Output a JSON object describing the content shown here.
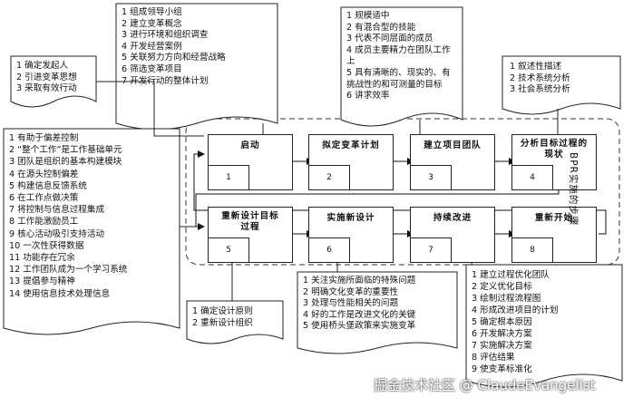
{
  "diagram_label": "BPR实施的步骤",
  "stages": [
    {
      "title": "启动",
      "num": "1"
    },
    {
      "title": "拟定变革计划",
      "num": "2"
    },
    {
      "title": "建立项目团队",
      "num": "3"
    },
    {
      "title": "分析目标过程的现状",
      "num": "4"
    },
    {
      "title": "重新设计目标过程",
      "num": "5"
    },
    {
      "title": "实施新设计",
      "num": "6"
    },
    {
      "title": "持续改进",
      "num": "7"
    },
    {
      "title": "重新开始",
      "num": "8"
    }
  ],
  "notes": {
    "n1": [
      "1 确定发起人",
      "2 引进变革思想",
      "3 采取有效行动"
    ],
    "n2": [
      "1 组成领导小组",
      "2 建立变革概念",
      "3 进行环境和组织调查",
      "4 开发经营案例",
      "5 关联努力方向和经营战略",
      "6 筛选变革项目",
      "7 开发行动的整体计划"
    ],
    "n3": [
      "1 规模适中",
      "2 有混合型的技能",
      "3 代表不同层面的成员",
      "4 成员主要精力在团队工作上",
      "5 具有清晰的、现实的、有挑战性的和可测量的目标",
      "6 讲求效率"
    ],
    "n4": [
      "1 叙述性描述",
      "2 技术系统分析",
      "3 社会系统分析"
    ],
    "n5": [
      "1 有助于偏差控制",
      "2 “整个工作”是工作基础单元",
      "3 团队是组织的基本构建模块",
      "4 在源头控制偏差",
      "5 构建信息反馈系统",
      "6 在工作点做决策",
      "7 将控制与信息过程集成",
      "8 工作能激励员工",
      "9 核心活动吸引支持活动",
      "10 一次性获得数据",
      "11 功能存在冗余",
      "12 工作团队成为一个学习系统",
      "13 提倡参与精神",
      "14 使用信息技术处理信息"
    ],
    "n6": [
      "1 确定设计原则",
      "2 重新设计组织"
    ],
    "n7": [
      "1 关注实施所面临的特殊问题",
      "2 明确文化变革的重要性",
      "3 处理与性能相关的问题",
      "4 好的工作是改进文化的关键",
      "5 使用桥头堡政策来实施变革"
    ],
    "n8": [
      "1 建立过程优化团队",
      "2 定义优化目标",
      "3 绘制过程流程图",
      "4 形成改进项目的计划",
      "5 确定根本原因",
      "6 开发解决方案",
      "7 实施解决方案",
      "8 评估结果",
      "9 使变革标准化"
    ]
  },
  "watermark": "掘金技术社区 @ ClaudeEvangelist"
}
